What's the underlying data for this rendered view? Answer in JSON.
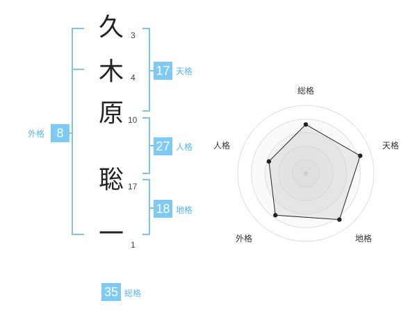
{
  "colors": {
    "accent": "#7dcbf5",
    "bracket": "#7dc3ee",
    "label": "#58b6ec",
    "text": "#222222"
  },
  "name": {
    "chars": [
      {
        "char": "久",
        "strokes": "3"
      },
      {
        "char": "木",
        "strokes": "4"
      },
      {
        "char": "原",
        "strokes": "10"
      },
      {
        "char": "聡",
        "strokes": "17"
      },
      {
        "char": "一",
        "strokes": "1"
      }
    ]
  },
  "fortunes": {
    "tenkaku": {
      "value": "17",
      "label": "天格"
    },
    "jinkaku": {
      "value": "27",
      "label": "人格"
    },
    "chikaku": {
      "value": "18",
      "label": "地格"
    },
    "gaikaku": {
      "value": "8",
      "label": "外格"
    },
    "soukaku": {
      "value": "35",
      "label": "総格"
    }
  },
  "chart_data": {
    "type": "radar",
    "axes": [
      "総格",
      "天格",
      "地格",
      "外格",
      "人格"
    ],
    "values": [
      0.72,
      0.84,
      0.84,
      0.76,
      0.57
    ],
    "max": 1
  }
}
